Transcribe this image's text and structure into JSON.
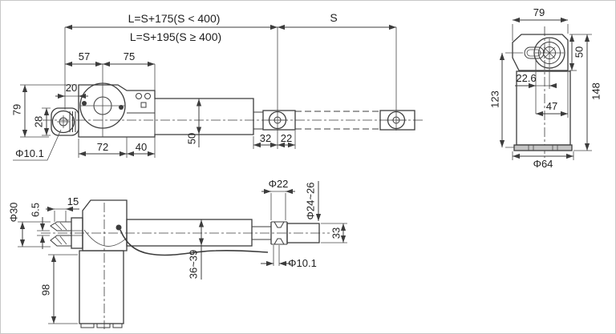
{
  "drawing": {
    "type": "technical-drawing",
    "subject": "Linear actuator dimensional drawing, three orthographic views",
    "colors": {
      "line": "#3c3c3c",
      "text": "#1f1f1f",
      "background": "#ffffff",
      "frame": "#c8c8c8"
    },
    "plan_view": {
      "formula_line1": "L=S+175(S < 400)",
      "formula_line2": "L=S+195(S ≥ 400)",
      "stroke_label": "S",
      "dim_57": "57",
      "dim_75": "75",
      "dim_20": "20",
      "dim_79": "79",
      "dim_28": "28",
      "dim_hole": "Φ10.1",
      "dim_72": "72",
      "dim_40": "40",
      "dim_50": "50",
      "dim_32": "32",
      "dim_22": "22"
    },
    "end_view": {
      "dim_79": "79",
      "dim_50": "50",
      "dim_22_6": "22.6",
      "dim_123": "123",
      "dim_47": "47",
      "dim_148": "148",
      "dim_phi64": "Φ64"
    },
    "bottom_view": {
      "dim_phi30": "Φ30",
      "dim_6_5": "6.5",
      "dim_15": "15",
      "dim_98": "98",
      "dim_36_39": "36~39",
      "dim_phi22": "Φ22",
      "dim_phi24_26": "Φ24~26",
      "dim_33": "33",
      "dim_hole": "Φ10.1"
    }
  }
}
